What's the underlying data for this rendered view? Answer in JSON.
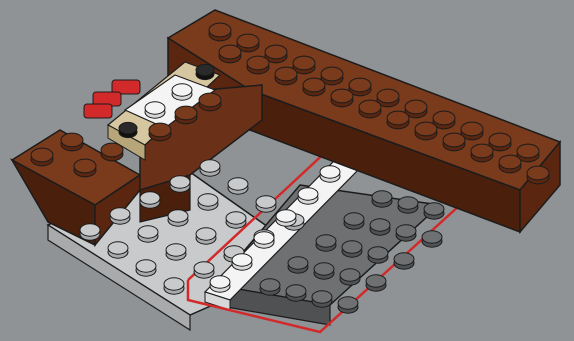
{
  "scene": {
    "background_color": "#8f9396",
    "colors": {
      "brown_top": "#7a3a1c",
      "brown_side": "#5a2610",
      "brown_front": "#4a1f0c",
      "light_gray_top": "#c8cacc",
      "light_gray_side": "#a8aaac",
      "dark_gray_top": "#6e7072",
      "dark_gray_side": "#4f5153",
      "white_top": "#f4f4f4",
      "white_side": "#d8d8d8",
      "tan_top": "#d6c7a0",
      "red_accent": "#d22a2a",
      "outline": "#1c1c1c"
    },
    "elements": [
      "brown-wall-brick",
      "light-gray-base-plate",
      "dark-gray-plate",
      "white-tile-row",
      "red-highlight-outline",
      "red-connector-pieces",
      "tan-tile-with-studs"
    ]
  }
}
